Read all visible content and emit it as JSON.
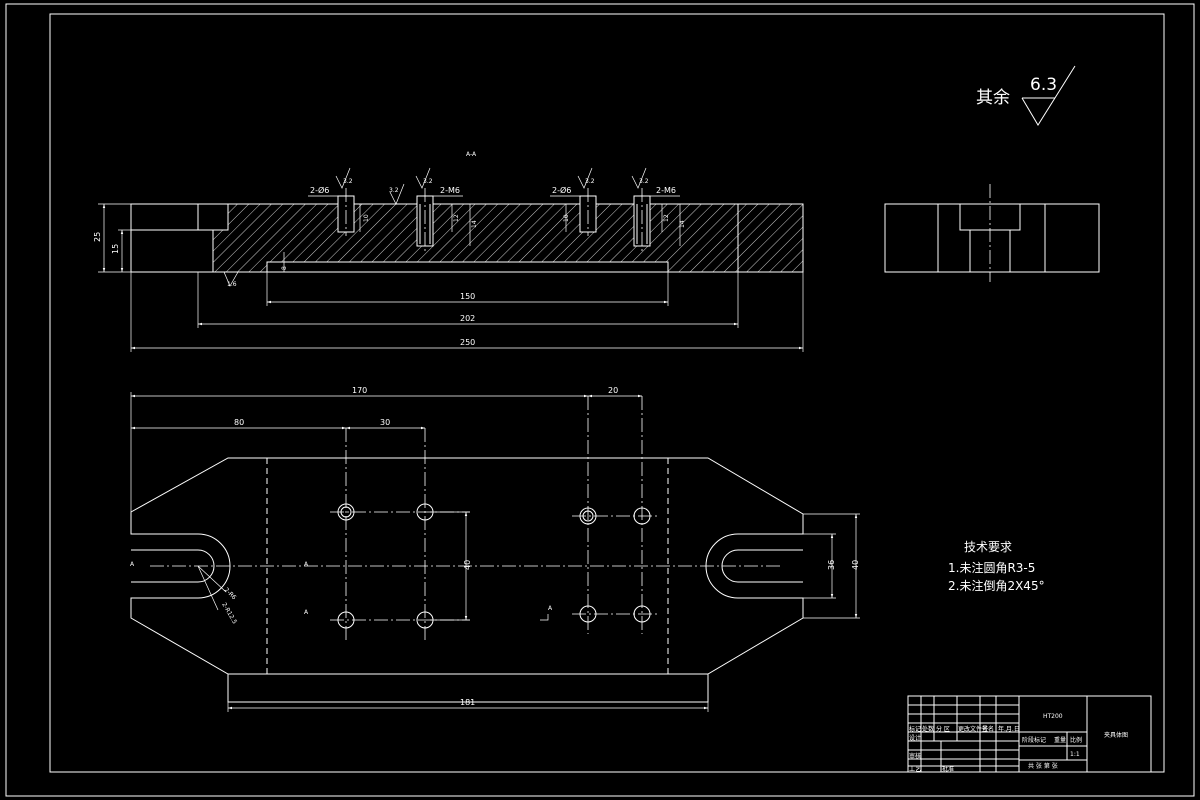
{
  "surface_finish": {
    "label": "其余",
    "value": "6.3"
  },
  "section_label": "A-A",
  "front_view": {
    "callouts": [
      "2-Ø6",
      "2-M6",
      "2-Ø6",
      "2-M6"
    ],
    "roughness_marks": [
      "3.2",
      "3.2",
      "3.2",
      "3.2",
      "3.2",
      "1.6"
    ],
    "hole_depths": [
      "10",
      "12",
      "14",
      "10",
      "12",
      "14"
    ],
    "dims": {
      "height_25": "25",
      "height_15": "15",
      "slot_8": "8",
      "len_150": "150",
      "len_202": "202",
      "len_250": "250"
    }
  },
  "plan_view": {
    "dims": {
      "d170": "170",
      "d20": "20",
      "d80": "80",
      "d30": "30",
      "d40_left": "40",
      "d36": "36",
      "d40_right": "40",
      "d181": "181",
      "r6": "2-R6",
      "r12_5": "2-R12.5"
    },
    "section_markers": [
      "A",
      "A",
      "A",
      "A"
    ]
  },
  "tech_requirements": {
    "title": "技术要求",
    "items": [
      "1.未注圆角R3-5",
      "2.未注倒角2X45°"
    ]
  },
  "title_block": {
    "material": "HT200",
    "drawing_name": "夹具体图",
    "cells": [
      "标记",
      "处数",
      "分 区",
      "更改文件号",
      "签名",
      "年.月.日",
      "设计",
      "阶段标记",
      "重量",
      "比例",
      "审核",
      "工艺",
      "批准",
      "共 张 第 张",
      "1:1"
    ]
  }
}
